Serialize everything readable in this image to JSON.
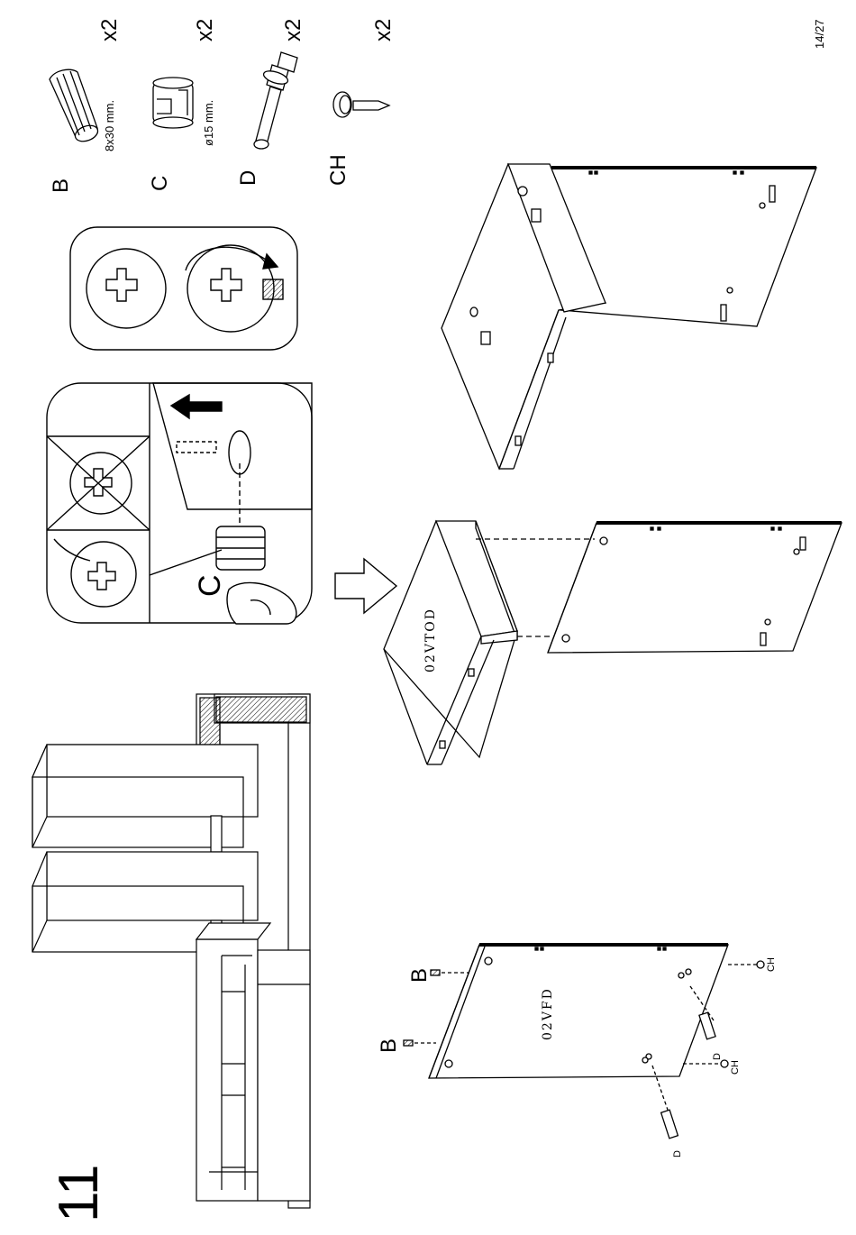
{
  "page_number": "14/27",
  "step_number": "11",
  "parts": [
    {
      "letter": "B",
      "qty": "x2",
      "size": "8x30 mm.",
      "icon": "wooden-dowel-icon"
    },
    {
      "letter": "C",
      "qty": "x2",
      "size": "ø15 mm.",
      "icon": "cam-lock-icon"
    },
    {
      "letter": "D",
      "qty": "x2",
      "size": "",
      "icon": "cam-bolt-icon"
    },
    {
      "letter": "CH",
      "qty": "x2",
      "size": "",
      "icon": "shelf-pin-icon"
    }
  ],
  "insert_detail": {
    "part_letter": "C"
  },
  "panels": {
    "bottom_label": "02VFD",
    "top_label": "02VTOD"
  },
  "callouts": {
    "b1": "B",
    "b2": "B",
    "d1": "D",
    "d2": "D",
    "ch1": "CH",
    "ch2": "CH"
  }
}
